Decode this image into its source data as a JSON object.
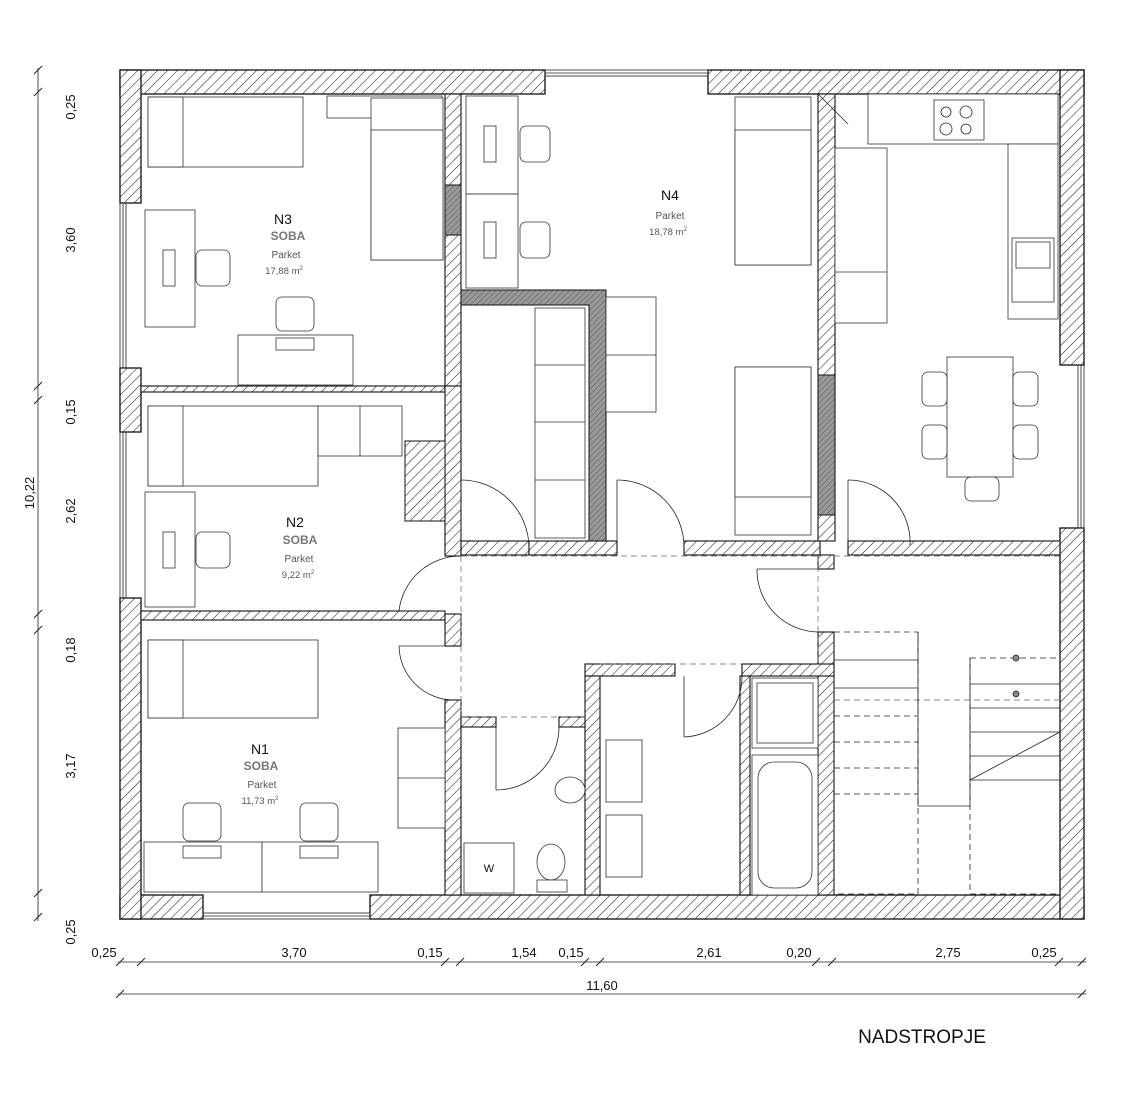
{
  "plan": {
    "title": "NADSTROPJE",
    "rooms": [
      {
        "id": "n3",
        "name": "N3",
        "type": "SOBA",
        "floor": "Parket",
        "area": "17,88 m",
        "area_sup": "2"
      },
      {
        "id": "n4",
        "name": "N4",
        "type": "",
        "floor": "Parket",
        "area": "18,78 m",
        "area_sup": "2"
      },
      {
        "id": "n2",
        "name": "N2",
        "type": "SOBA",
        "floor": "Parket",
        "area": "9,22 m",
        "area_sup": "2"
      },
      {
        "id": "n1",
        "name": "N1",
        "type": "SOBA",
        "floor": "Parket",
        "area": "11,73 m",
        "area_sup": "2"
      }
    ],
    "fixture_labels": {
      "washer": "W"
    },
    "dims_bottom": [
      "0,25",
      "3,70",
      "0,15",
      "1,54",
      "0,15",
      "2,61",
      "0,20",
      "2,75",
      "0,25"
    ],
    "dim_total_width": "11,60",
    "dims_left": [
      "0,25",
      "3,60",
      "0,15",
      "2,62",
      "0,18",
      "3,17",
      "0,25"
    ],
    "dim_total_height": "10,22"
  }
}
